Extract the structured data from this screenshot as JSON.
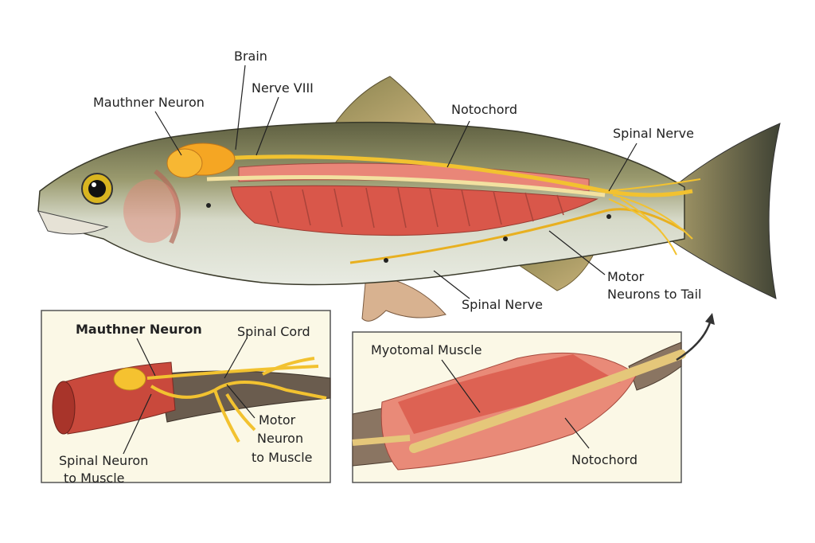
{
  "main_labels": {
    "brain": "Brain",
    "nerve_viii": "Nerve VIII",
    "mauthner_neuron": "Mauthner Neuron",
    "notochord": "Notochord",
    "spinal_nerve_upper": "Spinal Nerve",
    "motor_neurons_line1": "Motor",
    "motor_neurons_line2": "Neurons to Tail",
    "spinal_nerve_lower": "Spinal Nerve"
  },
  "inset_left": {
    "mauthner_neuron": "Mauthner Neuron",
    "spinal_cord": "Spinal Cord",
    "motor_line1": "Motor",
    "motor_line2": "Neuron",
    "motor_line3": "to Muscle",
    "spinal_neuron_line1": "Spinal Neuron",
    "spinal_neuron_line2": "to Muscle"
  },
  "inset_right": {
    "myotomal_muscle": "Myotomal Muscle",
    "notochord": "Notochord"
  },
  "colors": {
    "nerve": "#f2c230",
    "muscle": "#d9574a",
    "inset_bg": "#fbf8e6",
    "fish_back": "#7b7a52",
    "fish_belly": "#dfe3d8"
  }
}
